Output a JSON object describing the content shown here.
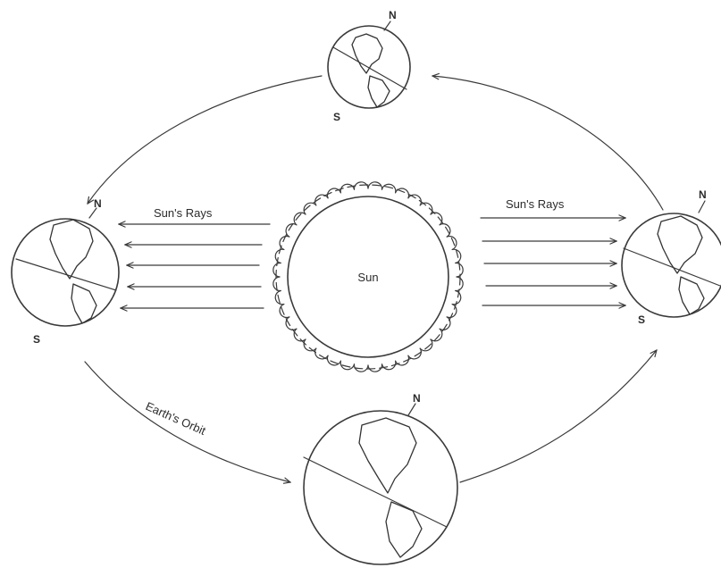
{
  "diagram": {
    "sun_label": "Sun",
    "rays_left_label": "Sun's Rays",
    "rays_right_label": "Sun's Rays",
    "orbit_label": "Earth's Orbit",
    "earths": [
      {
        "position": "top",
        "north_label": "N",
        "south_label": "S"
      },
      {
        "position": "left",
        "north_label": "N",
        "south_label": "S"
      },
      {
        "position": "right",
        "north_label": "N",
        "south_label": "S"
      },
      {
        "position": "bottom",
        "north_label": "N",
        "south_label": ""
      }
    ]
  }
}
